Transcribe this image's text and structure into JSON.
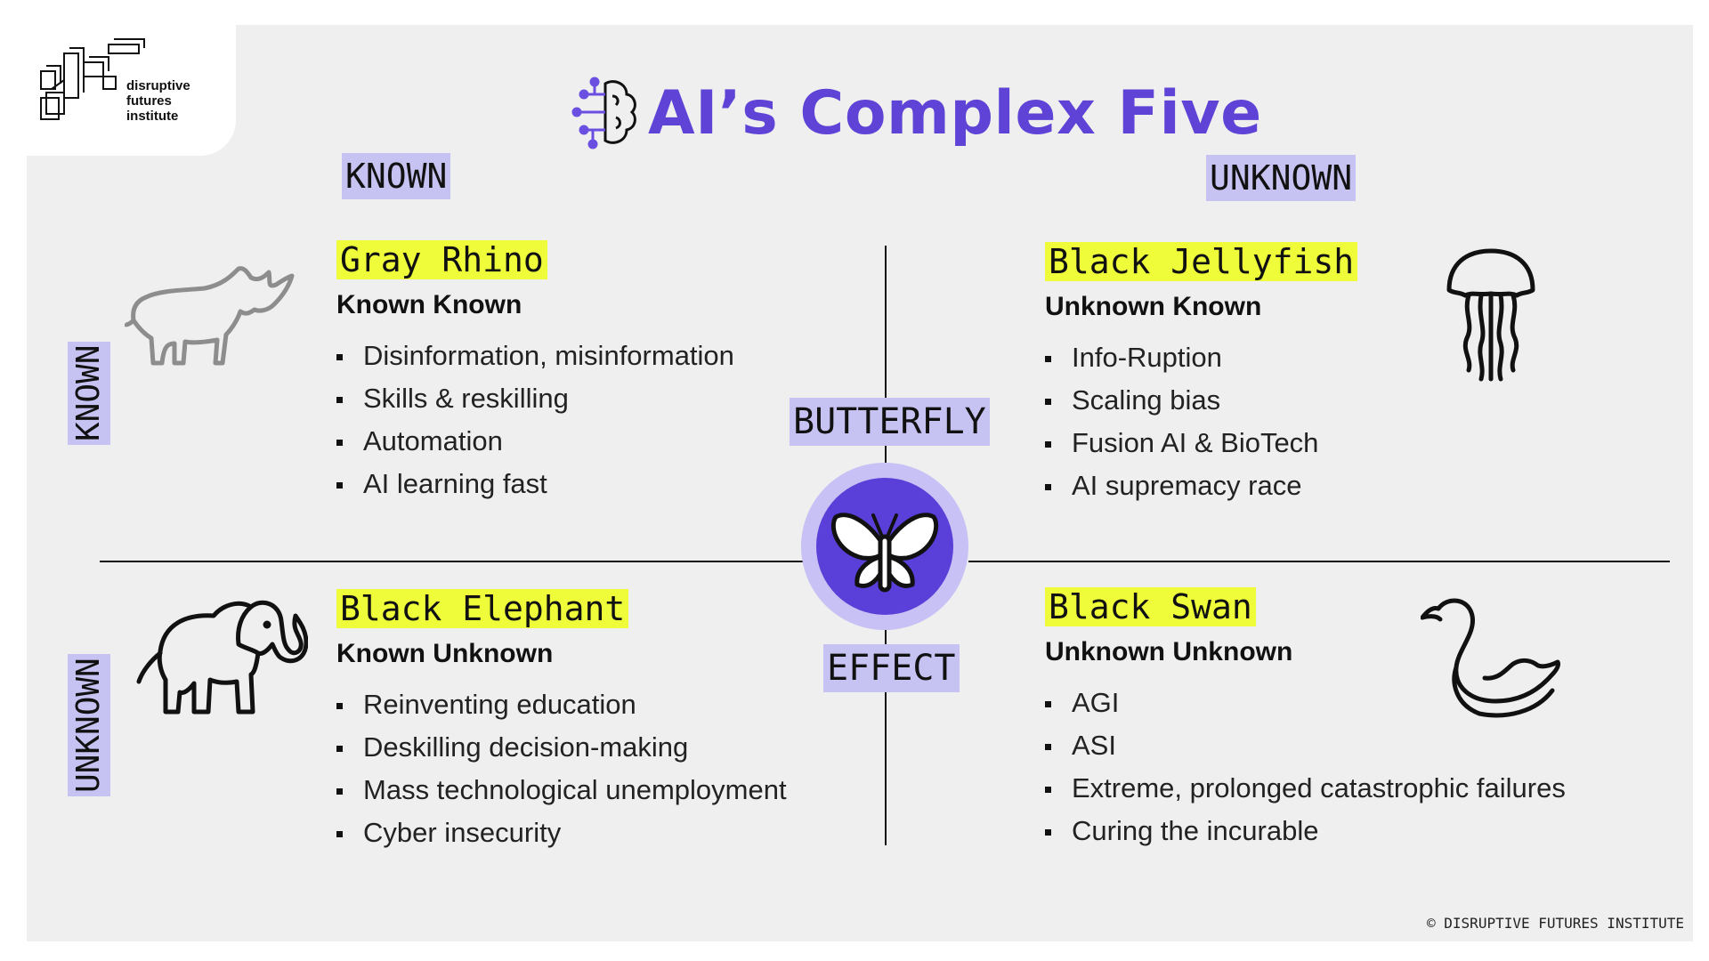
{
  "brand": {
    "name_lines": [
      "disruptive",
      "futures",
      "institute"
    ]
  },
  "title": "AI’s Complex Five",
  "columns": {
    "left": "KNOWN",
    "right": "UNKNOWN"
  },
  "rows": {
    "top": "KNOWN",
    "bottom": "UNKNOWN"
  },
  "center": {
    "top": "BUTTERFLY",
    "bottom": "EFFECT"
  },
  "quadrants": {
    "top_left": {
      "name": "Gray Rhino",
      "subtitle": "Known Known",
      "items": [
        "Disinformation, misinformation",
        "Skills & reskilling",
        "Automation",
        "AI learning fast"
      ]
    },
    "top_right": {
      "name": "Black Jellyfish",
      "subtitle": "Unknown Known",
      "items": [
        "Info-Ruption",
        "Scaling bias",
        "Fusion AI & BioTech",
        "AI supremacy race"
      ]
    },
    "bottom_left": {
      "name": "Black Elephant",
      "subtitle": "Known Unknown",
      "items": [
        "Reinventing education",
        "Deskilling decision-making",
        "Mass technological unemployment",
        "Cyber insecurity"
      ]
    },
    "bottom_right": {
      "name": "Black Swan",
      "subtitle": "Unknown Unknown",
      "items": [
        "AGI",
        "ASI",
        "Extreme, prolonged catastrophic failures",
        "Curing the incurable"
      ]
    }
  },
  "copyright": "© DISRUPTIVE FUTURES INSTITUTE",
  "colors": {
    "accent": "#5e43d6",
    "highlight_yellow": "#eefc3a",
    "highlight_purple": "#c6c2f2",
    "background": "#efefef"
  },
  "icons": [
    "brain-circuit-icon",
    "rhino-icon",
    "jellyfish-icon",
    "elephant-icon",
    "swan-icon",
    "butterfly-icon"
  ]
}
